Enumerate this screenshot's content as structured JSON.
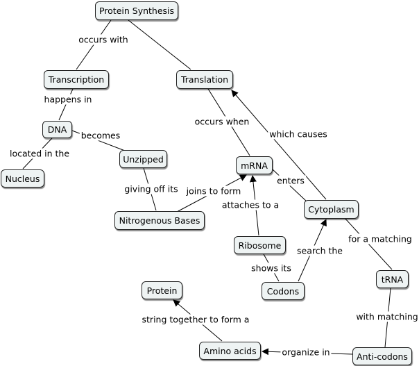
{
  "nodes": {
    "protein_synthesis": "Protein Synthesis",
    "transcription": "Transcription",
    "translation": "Translation",
    "dna": "DNA",
    "unzipped": "Unzipped",
    "nucleus": "Nucleus",
    "mrna": "mRNA",
    "nitrogenous_bases": "Nitrogenous Bases",
    "cytoplasm": "Cytoplasm",
    "ribosome": "Ribosome",
    "codons": "Codons",
    "trna": "tRNA",
    "protein": "Protein",
    "amino_acids": "Amino acids",
    "anti_codons": "Anti-codons"
  },
  "links": {
    "occurs_with": "occurs with",
    "happens_in": "happens in",
    "becomes": "becomes",
    "located_in_the": "located in the",
    "giving_off_its": "giving off its",
    "joins_to_form": "joins to form",
    "occurs_when": "occurs when",
    "which_causes": "which causes",
    "enters": "enters",
    "attaches_to_a": "attaches to a",
    "search_the": "search the",
    "shows_its": "shows its",
    "for_a_matching": "for a matching",
    "with_matching": "with matching",
    "string_together_to_form_a": "string together to form a",
    "organize_in": "organize in"
  }
}
